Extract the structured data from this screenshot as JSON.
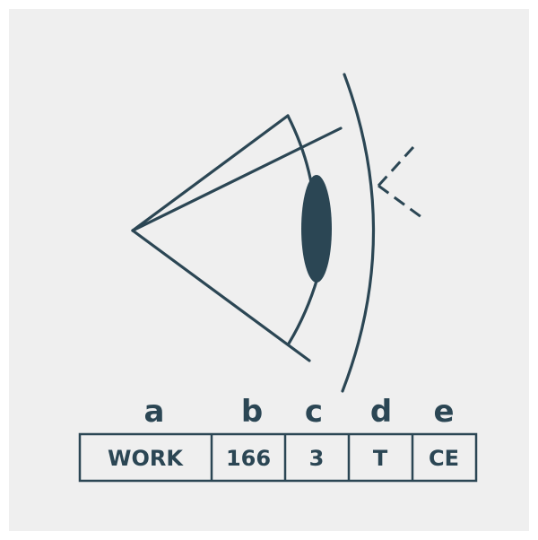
{
  "figure": {
    "labels": [
      "a",
      "b",
      "c",
      "d",
      "e"
    ],
    "fields": [
      "WORK",
      "166",
      "3",
      "T",
      "CE"
    ]
  },
  "colors": {
    "ink": "#2b4654",
    "background": "#efefef"
  }
}
